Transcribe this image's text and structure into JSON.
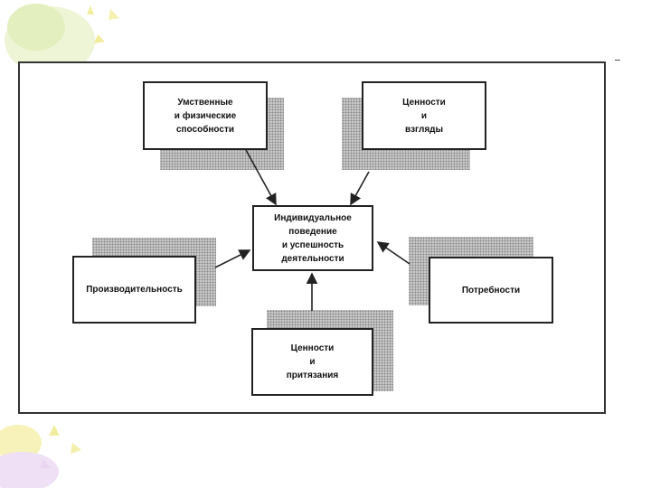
{
  "diagram": {
    "center": {
      "lines": [
        "Индивидуальное",
        "поведение",
        "и успешность",
        "деятельности"
      ]
    },
    "top_left": {
      "lines": [
        "Умственные",
        "и физические",
        "способности"
      ]
    },
    "top_right": {
      "lines": [
        "Ценности",
        "и",
        "взгляды"
      ]
    },
    "left": {
      "lines": [
        "Производительность"
      ]
    },
    "right": {
      "lines": [
        "Потребности"
      ]
    },
    "bottom": {
      "lines": [
        "Ценности",
        "и",
        "притязания"
      ]
    }
  },
  "colors": {
    "border": "#222222",
    "shadow": "#c8c8c8",
    "decor_green": "#e6f2c4",
    "decor_yellow": "#f4f0a6",
    "decor_purple": "#e9d4f2"
  }
}
